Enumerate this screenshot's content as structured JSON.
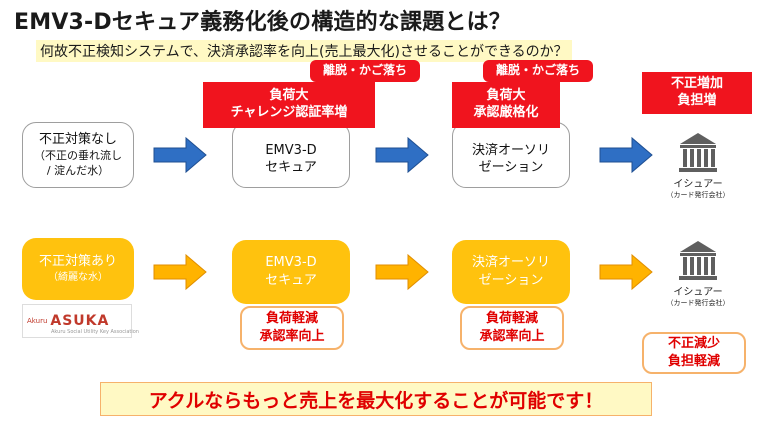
{
  "title": "EMV3-Dセキュア義務化後の構造的な課題とは？",
  "subtitle": "何故不正検知システムで、決済承認率を向上(売上最大化)させることができるのか？",
  "top_row": {
    "box1": [
      "不正対策なし",
      "（不正の垂れ流し",
      "/ 淀んだ水）"
    ],
    "box2": [
      "EMV3-D",
      "セキュア"
    ],
    "box3": [
      "決済オーソリ",
      "ゼーション"
    ],
    "tag_small_1": "離脱・かご落ち",
    "tag_small_2": "離脱・かご落ち",
    "tag_big_1": [
      "負荷大",
      "チャレンジ認証率増"
    ],
    "tag_big_2": [
      "負荷大",
      "承認厳格化"
    ],
    "issuer_tag": [
      "不正増加",
      "負担増"
    ]
  },
  "bottom_row": {
    "box1": [
      "不正対策あり",
      "（綺麗な水）"
    ],
    "box2": [
      "EMV3-D",
      "セキュア"
    ],
    "box3": [
      "決済オーソリ",
      "ゼーション"
    ],
    "tag1": [
      "負荷軽減",
      "承認率向上"
    ],
    "tag2": [
      "負荷軽減",
      "承認率向上"
    ],
    "issuer_tag": [
      "不正減少",
      "負担軽減"
    ]
  },
  "issuer": {
    "label": "イシュアー",
    "sub": "（カード発行会社）",
    "icon": "bank-icon"
  },
  "logo": {
    "brand": "Akuru",
    "name": "ASUKA",
    "tagline": "Akuru Social Utility Key Association"
  },
  "bottom_banner": "アクルならもっと売上を最大化することが可能です！",
  "colors": {
    "blue_arrow": "#2f6fc4",
    "yellow_arrow": "#ffb300",
    "yellow_box": "#ffc20e",
    "red": "#f0141e"
  }
}
